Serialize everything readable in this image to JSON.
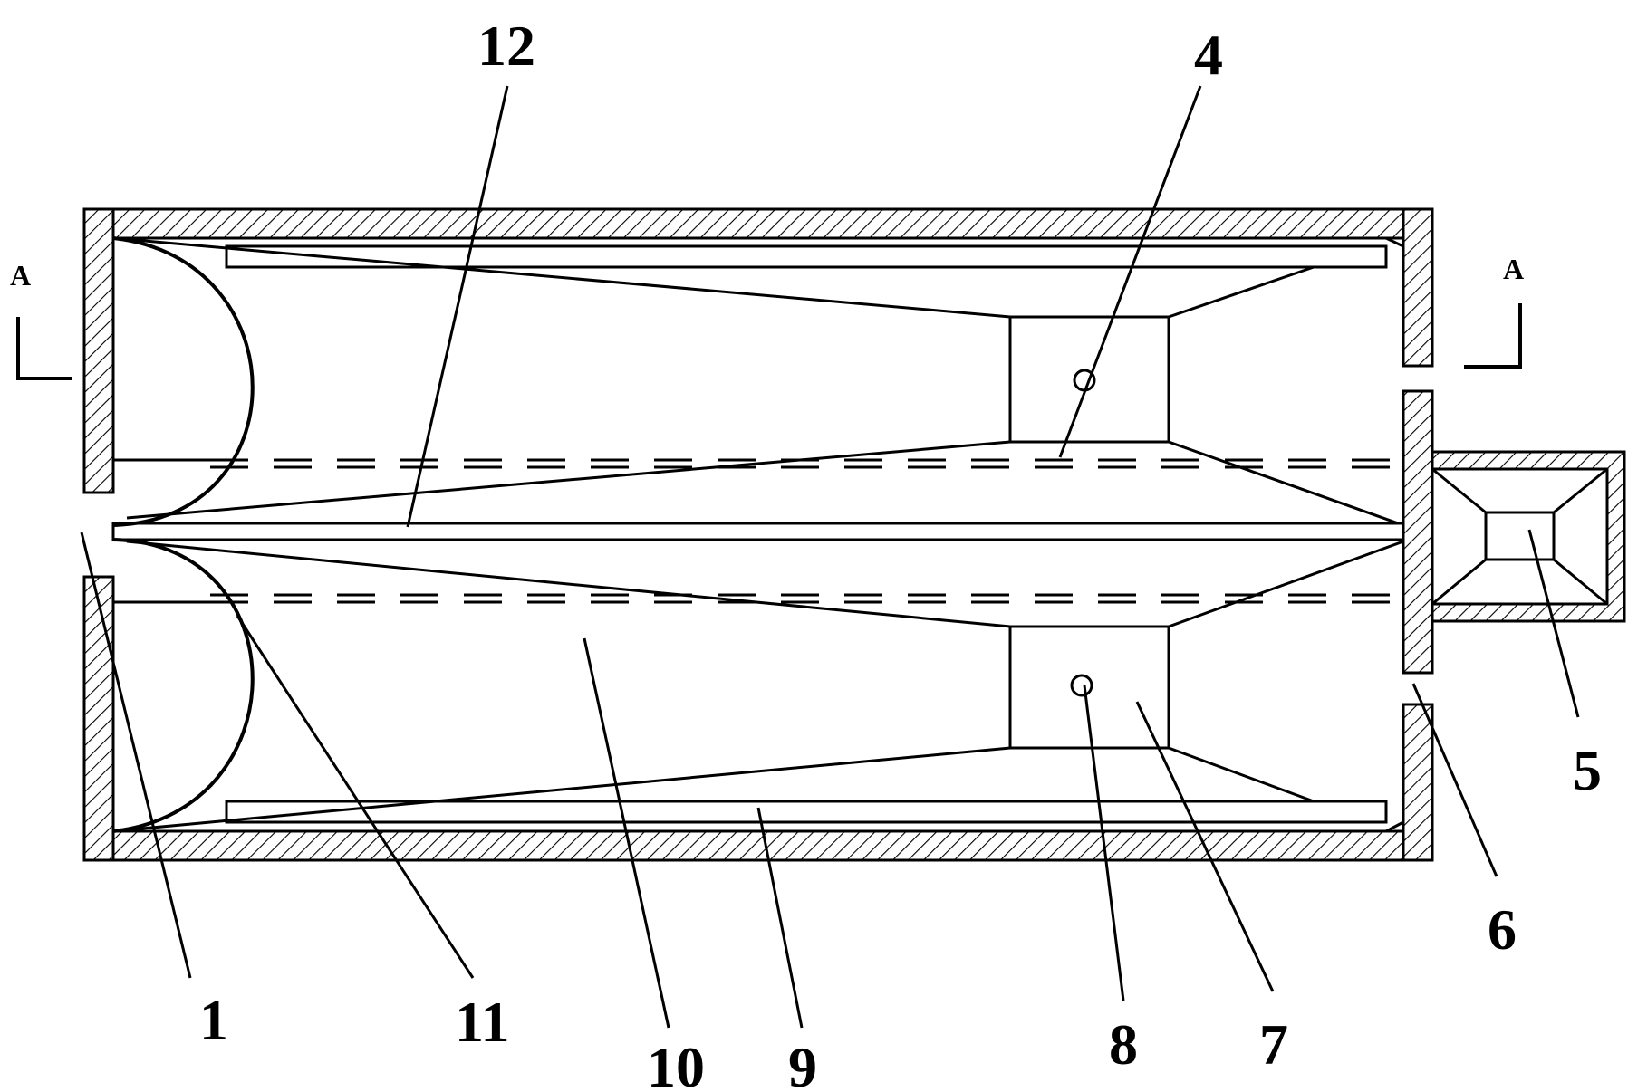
{
  "section_marks": {
    "left": "A",
    "right": "A"
  },
  "labels": {
    "n1": "1",
    "n4": "4",
    "n5": "5",
    "n6": "6",
    "n7": "7",
    "n8": "8",
    "n9": "9",
    "n10": "10",
    "n11": "11",
    "n12": "12"
  },
  "colors": {
    "line": "#000000",
    "background": "#ffffff"
  }
}
